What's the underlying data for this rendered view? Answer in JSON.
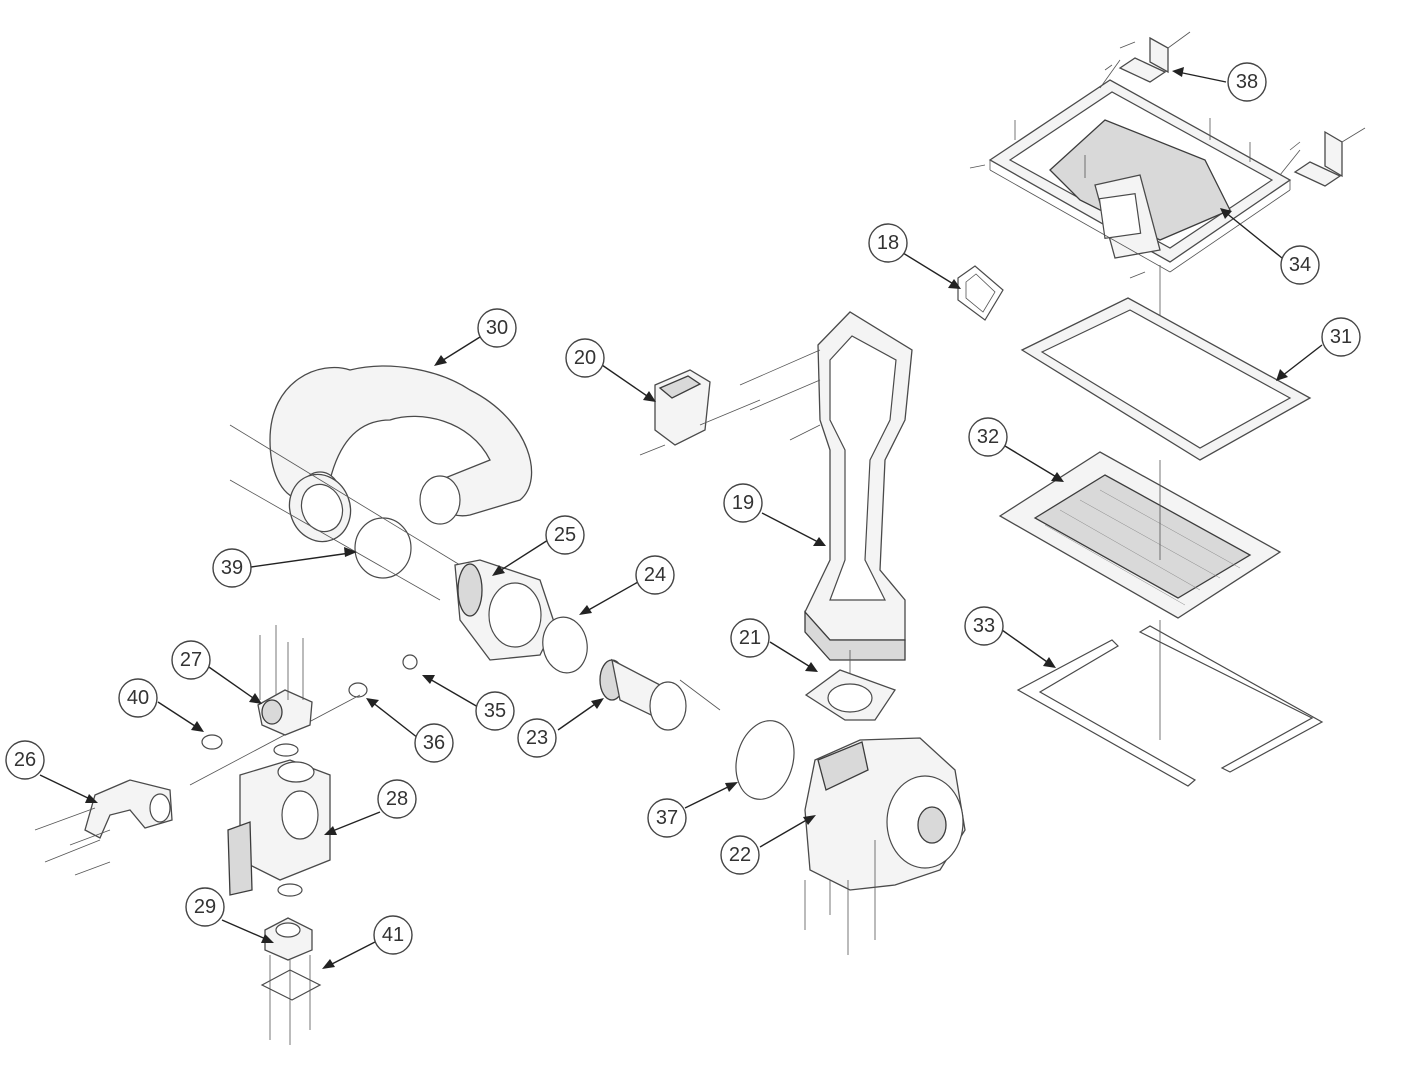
{
  "callouts": [
    {
      "id": "38",
      "label": "38"
    },
    {
      "id": "34",
      "label": "34"
    },
    {
      "id": "18",
      "label": "18"
    },
    {
      "id": "31",
      "label": "31"
    },
    {
      "id": "30",
      "label": "30"
    },
    {
      "id": "20",
      "label": "20"
    },
    {
      "id": "32",
      "label": "32"
    },
    {
      "id": "19",
      "label": "19"
    },
    {
      "id": "25",
      "label": "25"
    },
    {
      "id": "39",
      "label": "39"
    },
    {
      "id": "24",
      "label": "24"
    },
    {
      "id": "33",
      "label": "33"
    },
    {
      "id": "21",
      "label": "21"
    },
    {
      "id": "27",
      "label": "27"
    },
    {
      "id": "40",
      "label": "40"
    },
    {
      "id": "35",
      "label": "35"
    },
    {
      "id": "23",
      "label": "23"
    },
    {
      "id": "36",
      "label": "36"
    },
    {
      "id": "26",
      "label": "26"
    },
    {
      "id": "28",
      "label": "28"
    },
    {
      "id": "37",
      "label": "37"
    },
    {
      "id": "22",
      "label": "22"
    },
    {
      "id": "29",
      "label": "29"
    },
    {
      "id": "41",
      "label": "41"
    }
  ]
}
